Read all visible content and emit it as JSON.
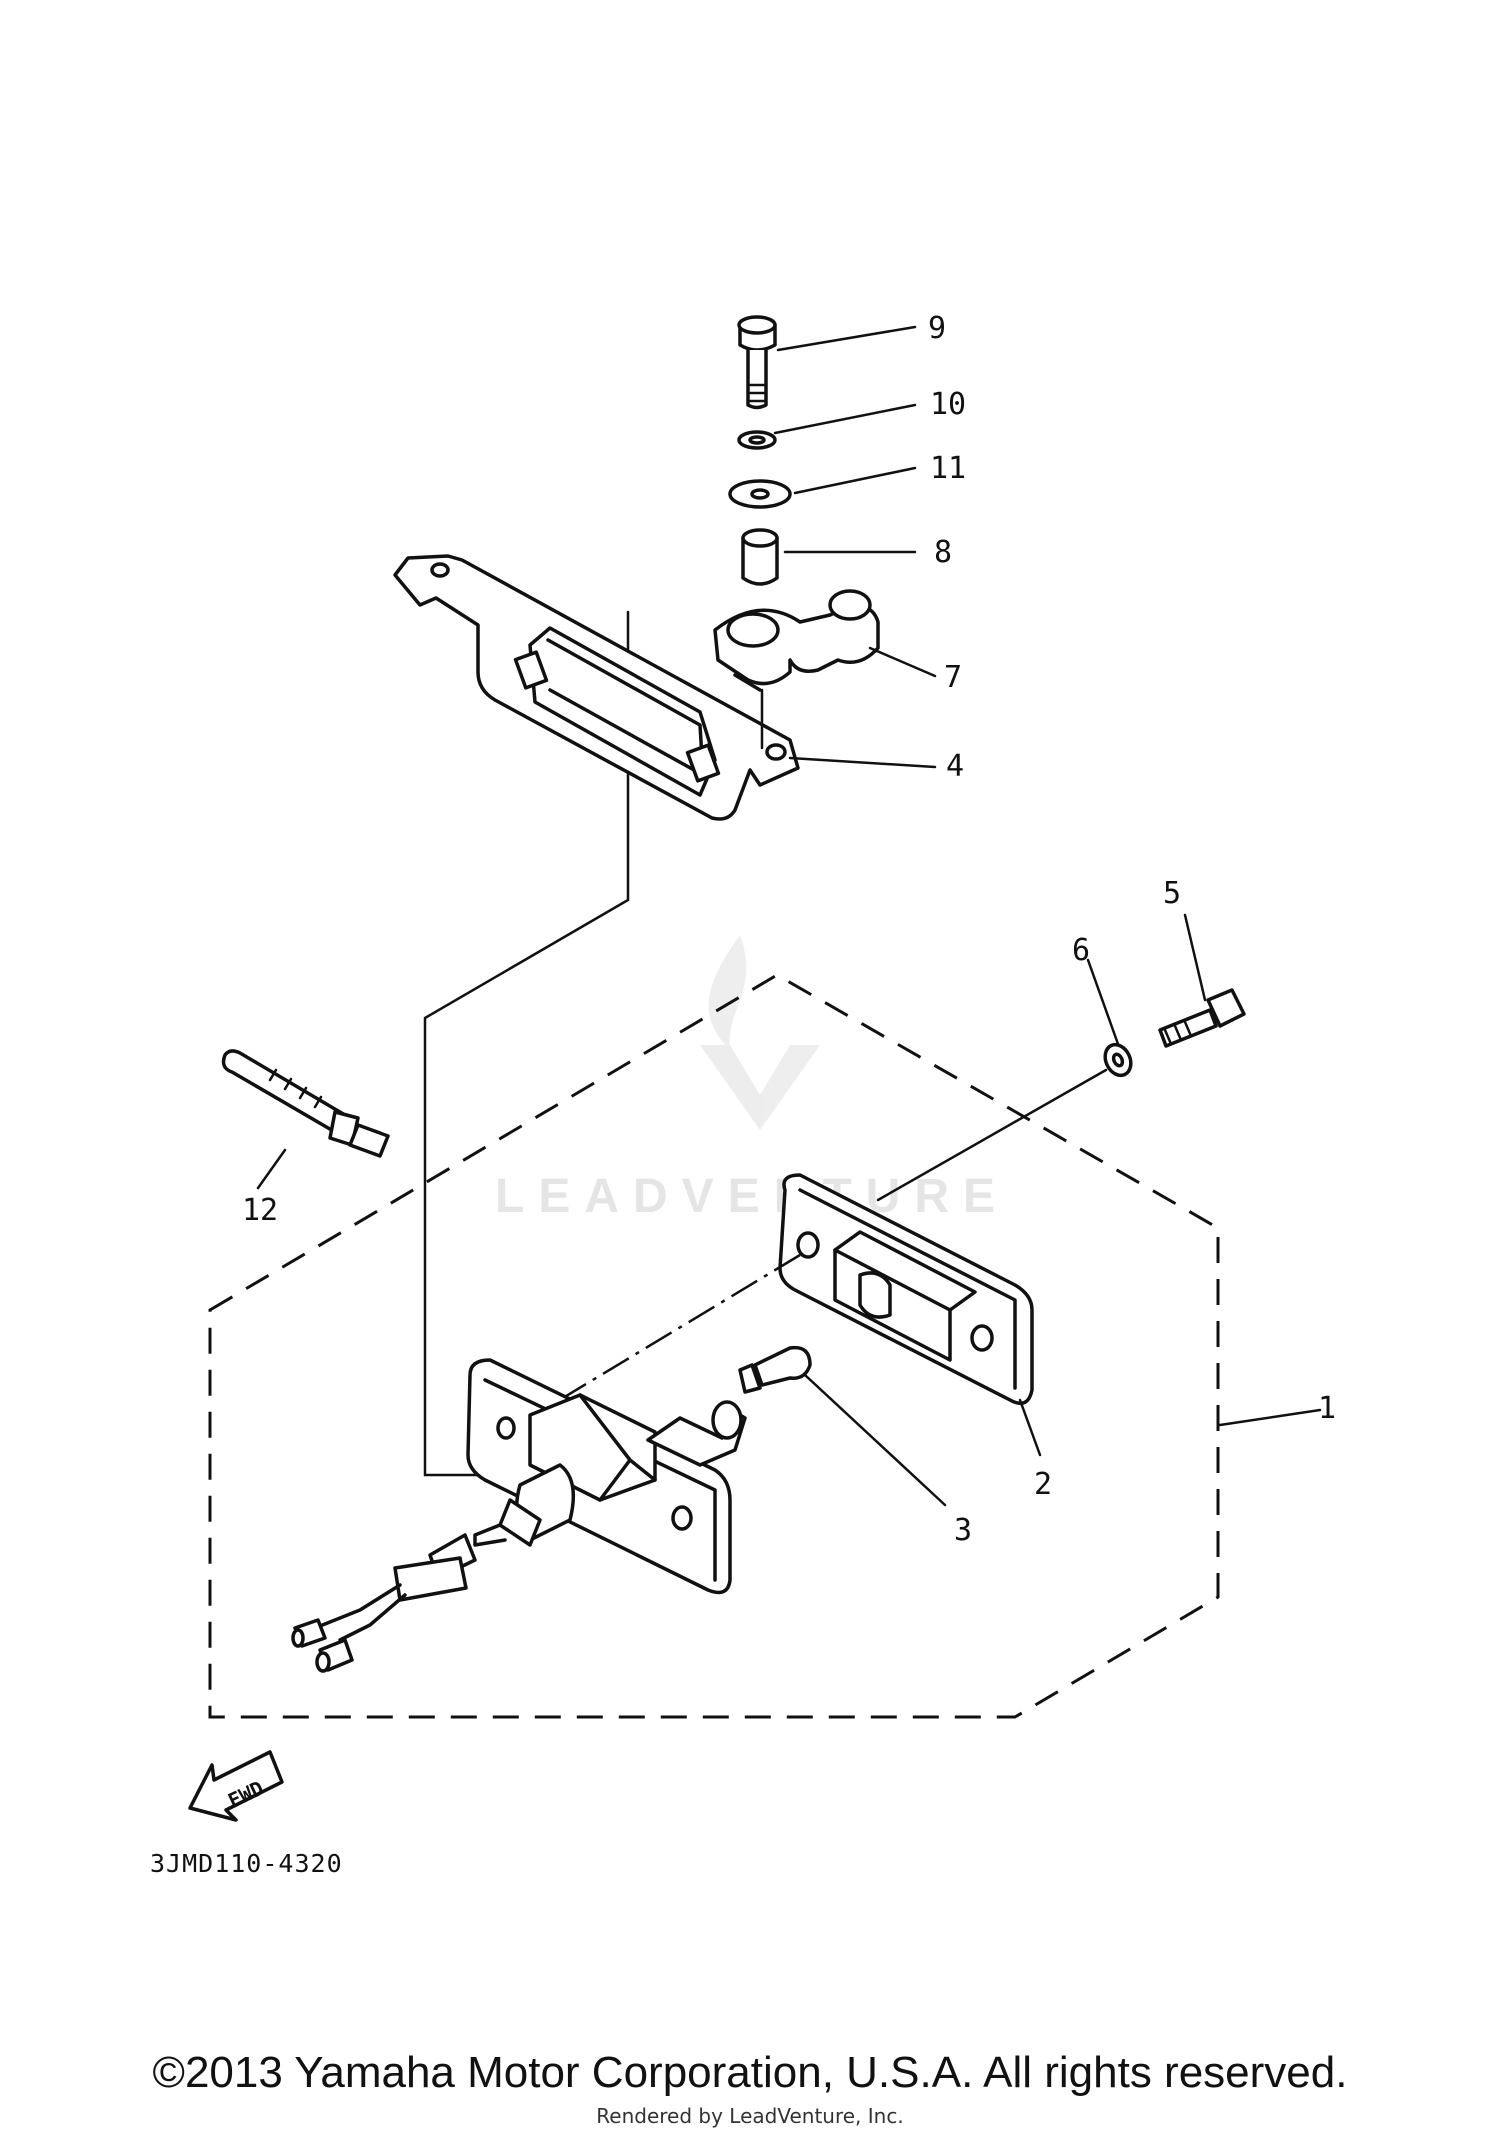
{
  "diagram": {
    "callouts": [
      {
        "id": "1",
        "label": "1"
      },
      {
        "id": "2",
        "label": "2"
      },
      {
        "id": "3",
        "label": "3"
      },
      {
        "id": "4",
        "label": "4"
      },
      {
        "id": "5",
        "label": "5"
      },
      {
        "id": "6",
        "label": "6"
      },
      {
        "id": "7",
        "label": "7"
      },
      {
        "id": "8",
        "label": "8"
      },
      {
        "id": "9",
        "label": "9"
      },
      {
        "id": "10",
        "label": "10"
      },
      {
        "id": "11",
        "label": "11"
      },
      {
        "id": "12",
        "label": "12"
      }
    ],
    "fwd_label": "FWD",
    "drawing_code": "3JMD110-4320",
    "watermark": "LEADVENTURE"
  },
  "footer": {
    "copyright": "©2013 Yamaha Motor Corporation, U.S.A. All rights reserved.",
    "rendered_by": "Rendered by LeadVenture, Inc."
  },
  "colors": {
    "line": "#111111",
    "background": "#ffffff",
    "watermark": "#e3e3e3"
  }
}
